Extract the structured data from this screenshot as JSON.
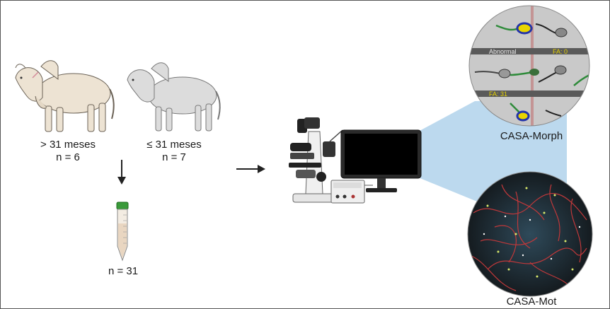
{
  "groups": [
    {
      "label": "> 31 meses",
      "count": "n = 6"
    },
    {
      "label": "≤ 31 meses",
      "count": "n = 7"
    }
  ],
  "pooled": {
    "count": "n = 31"
  },
  "analyses": {
    "morph": {
      "label": "CASA-Morph",
      "screen_labels": {
        "abnormal": "Abnormal",
        "fa": "FA: 0",
        "fa2": "FA: 31"
      }
    },
    "mot": {
      "label": "CASA-Mot"
    }
  },
  "colors": {
    "bull_light": "#ede3d3",
    "bull_grey": "#dcdcdc",
    "tube_cap": "#3a9a3a",
    "panel": "#bcd9ee",
    "monitor": "#2a2a2a"
  }
}
